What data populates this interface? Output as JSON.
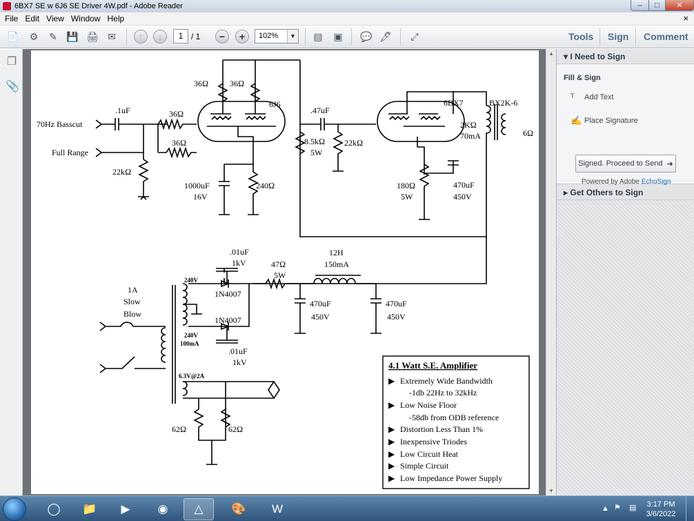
{
  "window": {
    "title": "6BX7 SE w 6J6 SE Driver 4W.pdf - Adobe Reader",
    "min_glyph": "–",
    "max_glyph": "□",
    "close_glyph": "✕"
  },
  "menu": {
    "items": [
      "File",
      "Edit",
      "View",
      "Window",
      "Help"
    ],
    "close_doc": "×"
  },
  "toolbar": {
    "page_current": "1",
    "page_total": "/ 1",
    "zoom": "102%",
    "links": {
      "tools": "Tools",
      "sign": "Sign",
      "comment": "Comment"
    }
  },
  "right_panel": {
    "section1_title": "I Need to Sign",
    "fill_sign_label": "Fill & Sign",
    "add_text": "Add Text",
    "place_signature": "Place Signature",
    "send_button": "Signed. Proceed to Send",
    "powered_prefix": "Powered by Adobe",
    "powered_brand": "EchoSign",
    "section2_title": "Get Others to Sign"
  },
  "schematic": {
    "labels": {
      "input1": "70Hz Basscut",
      "input2": "Full Range",
      "c_in": ".1uF",
      "r_in1": "36Ω",
      "r_in2": "36Ω",
      "r_grid": "22kΩ",
      "r_plate1": "36Ω",
      "r_plate2": "36Ω",
      "tube1": "6J6",
      "c_cath1": "1000uF",
      "c_cath1_v": "16V",
      "r_cath1": "240Ω",
      "c_couple": ".47uF",
      "r_load": "8.5kΩ",
      "r_load_w": "5W",
      "r_grid2": "22kΩ",
      "tube2": "6BX7",
      "transformer": "BX2K-6",
      "primary_z": "2KΩ",
      "primary_i": "70mA",
      "secondary_z": "6Ω",
      "r_cath2": "180Ω",
      "r_cath2_w": "5W",
      "c_cath2": "470uF",
      "c_cath2_v": "450V",
      "fuse": "1A",
      "fuse2": "Slow",
      "fuse3": "Blow",
      "ht1": "240V",
      "ht2": "240V",
      "ht_i": "100mA",
      "c_snub1": ".01uF",
      "c_snub1_v": "1kV",
      "diode1": "1N4007",
      "diode2": "1N4007",
      "c_snub2": ".01uF",
      "c_snub2_v": "1kV",
      "r_ps": "47Ω",
      "r_ps_w": "5W",
      "choke": "12H",
      "choke_i": "150mA",
      "c_ps1": "470uF",
      "c_ps1_v": "450V",
      "c_ps2": "470uF",
      "c_ps2_v": "450V",
      "heater": "6.3V@2A",
      "r_hum1": "62Ω",
      "r_hum2": "62Ω"
    },
    "spec_box": {
      "title": "4.1 Watt S.E. Amplifier",
      "items": [
        "Extremely Wide Bandwidth",
        "-1db 22Hz to 32kHz",
        "Low Noise Floor",
        "-58db from ODB reference",
        "Distortion Less Than 1%",
        "Inexpensive Triodes",
        "Low Circuit Heat",
        "Simple Circuit",
        "Low Impedance Power Supply"
      ]
    }
  },
  "taskbar": {
    "time": "3:17 PM",
    "date": "3/6/2022"
  }
}
